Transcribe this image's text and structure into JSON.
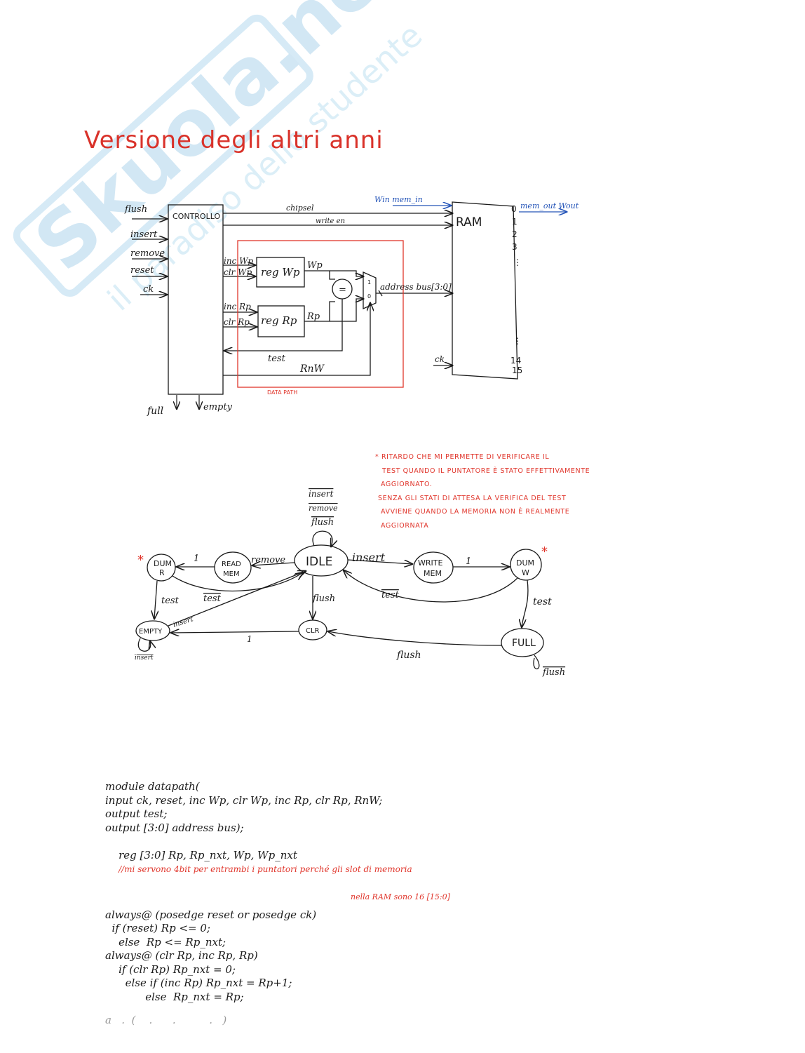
{
  "title": "Versione degli altri anni",
  "watermark": {
    "brand": "Skuola.net",
    "tagline": "il paradiso dello studente"
  },
  "block_diagram": {
    "inputs": [
      "flush",
      "insert",
      "remove",
      "reset",
      "ck"
    ],
    "controller_label": "CONTROLLO",
    "controller_outputs": [
      "full",
      "empty"
    ],
    "signals": {
      "chipsel": "chipsel",
      "write_en": "write en",
      "inc_wp": "inc Wp",
      "clr_wp": "clr Wp",
      "inc_rp": "inc Rp",
      "clr_rp": "clr Rp",
      "test": "test",
      "rnw": "RnW",
      "address_bus": "address bus[3:0]",
      "ram_ck": "ck"
    },
    "reg_wp": "reg Wp",
    "reg_rp": "reg Rp",
    "wp_out": "Wp",
    "rp_out": "Rp",
    "comparator": "=",
    "mux_inputs": [
      "1",
      "0"
    ],
    "datapath_label": "DATA PATH",
    "ram_label": "RAM",
    "ram_in": "Win  mem_in",
    "ram_out": "mem_out Wout",
    "ram_addresses": [
      "0",
      "1",
      "2",
      "3",
      "⋮",
      "⋮",
      "14",
      "15"
    ]
  },
  "state_diagram": {
    "states": [
      "IDLE",
      "READ MEM",
      "DUM R",
      "EMPTY",
      "CLR",
      "WRITE MEM",
      "DUM W",
      "FULL"
    ],
    "idle_self_loop": [
      "insert",
      "remove",
      "flush"
    ],
    "transitions": {
      "idle_read": "remove",
      "read_dumr": "1",
      "dumr_idle": "test",
      "dumr_empty": "test",
      "empty_idle": "insert",
      "empty_self": "insert",
      "clr_empty": "1",
      "idle_clr": "flush",
      "idle_write": "insert",
      "write_dumw": "1",
      "dumw_idle": "test",
      "dumw_full": "test",
      "full_clr": "flush",
      "full_self": "flush"
    },
    "star": "*"
  },
  "note_lines": [
    "* Ritardo che mi permette di verificare il",
    "test quando il puntatore è stato effettivamente",
    "aggiornato.",
    "Senza gli stati di attesa la verifica del test",
    "avviene quando la memoria non è realmente",
    "aggiornata"
  ],
  "code": {
    "lines": [
      "module datapath(",
      "input ck, reset, inc Wp, clr Wp, inc Rp, clr Rp, RnW;",
      "output test;",
      "output [3:0] address bus);",
      "reg [3:0] Rp, Rp_nxt, Wp, Wp_nxt"
    ],
    "comment_1": "//mi servono 4bit per entrambi i puntatori perché gli slot di memoria",
    "comment_2": "nella RAM sono 16 [15:0]",
    "lines_after": [
      "always@ (posedge reset or posedge ck)",
      "  if (reset) Rp <= 0;",
      "    else  Rp <= Rp_nxt;",
      "always@ (clr Rp, inc Rp, Rp)",
      "    if (clr Rp) Rp_nxt = 0;",
      "      else if (inc Rp) Rp_nxt = Rp+1;",
      "            else  Rp_nxt = Rp;"
    ],
    "cut_line": "a   .  (    .      .          .   )"
  },
  "colors": {
    "red": "#d9322a",
    "blue": "#2454b8",
    "ink": "#1a1a1a",
    "watermark": "#cde4f2"
  }
}
